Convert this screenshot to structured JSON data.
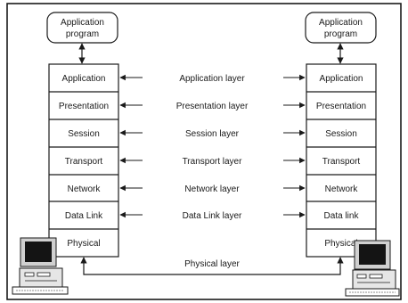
{
  "left_stack": {
    "app_program": [
      "Application",
      "program"
    ],
    "layers": [
      "Application",
      "Presentation",
      "Session",
      "Transport",
      "Network",
      "Data Link",
      "Physical"
    ]
  },
  "right_stack": {
    "app_program": [
      "Application",
      "program"
    ],
    "layers": [
      "Application",
      "Presentation",
      "Session",
      "Transport",
      "Network",
      "Data link",
      "Physical"
    ]
  },
  "protocol_labels": [
    "Application layer",
    "Presentation layer",
    "Session layer",
    "Transport layer",
    "Network layer",
    "Data Link layer"
  ],
  "physical_link_label": "Physical layer",
  "icons": {
    "left_computer": "computer-icon",
    "right_computer": "computer-icon"
  }
}
